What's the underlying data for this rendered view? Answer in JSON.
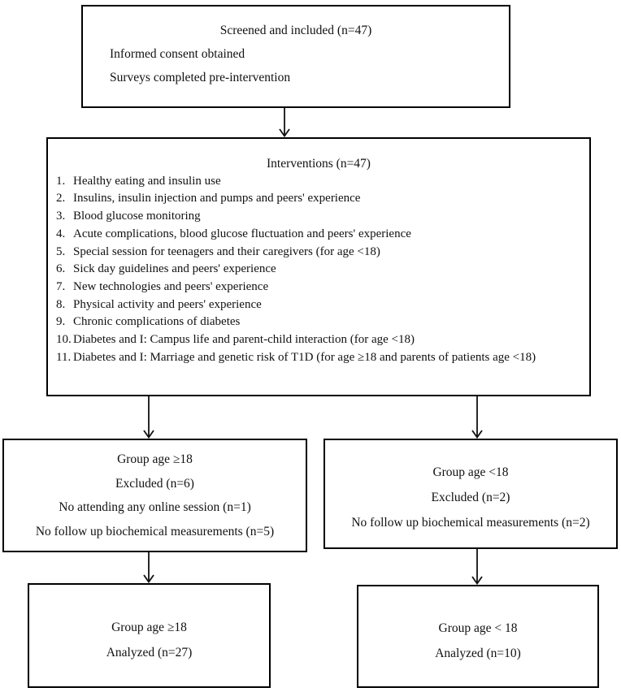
{
  "page": {
    "colors": {
      "background": "#ffffff",
      "border": "#000000",
      "text": "#111111"
    }
  },
  "flow": {
    "screened": {
      "title": "Screened and included (n=47)",
      "lines": [
        "Informed consent obtained",
        "Surveys completed pre-intervention"
      ]
    },
    "interventions": {
      "title": "Interventions (n=47)",
      "items": [
        "Healthy eating and insulin use",
        "Insulins, insulin injection and pumps and peers' experience",
        "Blood glucose monitoring",
        "Acute complications, blood glucose fluctuation and peers' experience",
        "Special session for teenagers and their caregivers (for age <18)",
        "Sick day guidelines and peers' experience",
        "New technologies and peers' experience",
        "Physical activity and peers' experience",
        "Chronic complications of diabetes",
        "Diabetes and I: Campus life and parent-child interaction (for age <18)",
        "Diabetes and I: Marriage and genetic risk of T1D (for age ≥18 and parents of patients age <18)"
      ]
    },
    "excluded_age_ge18": {
      "lines": [
        "Group age ≥18",
        "Excluded (n=6)",
        "No attending any online session (n=1)",
        "No follow up biochemical measurements (n=5)"
      ]
    },
    "excluded_age_lt18": {
      "lines": [
        "Group age <18",
        "Excluded (n=2)",
        "No follow up biochemical measurements (n=2)"
      ]
    },
    "analyzed_age_ge18": {
      "lines": [
        "Group age ≥18",
        "Analyzed (n=27)"
      ]
    },
    "analyzed_age_lt18": {
      "lines": [
        "Group age < 18",
        "Analyzed (n=10)"
      ]
    }
  }
}
